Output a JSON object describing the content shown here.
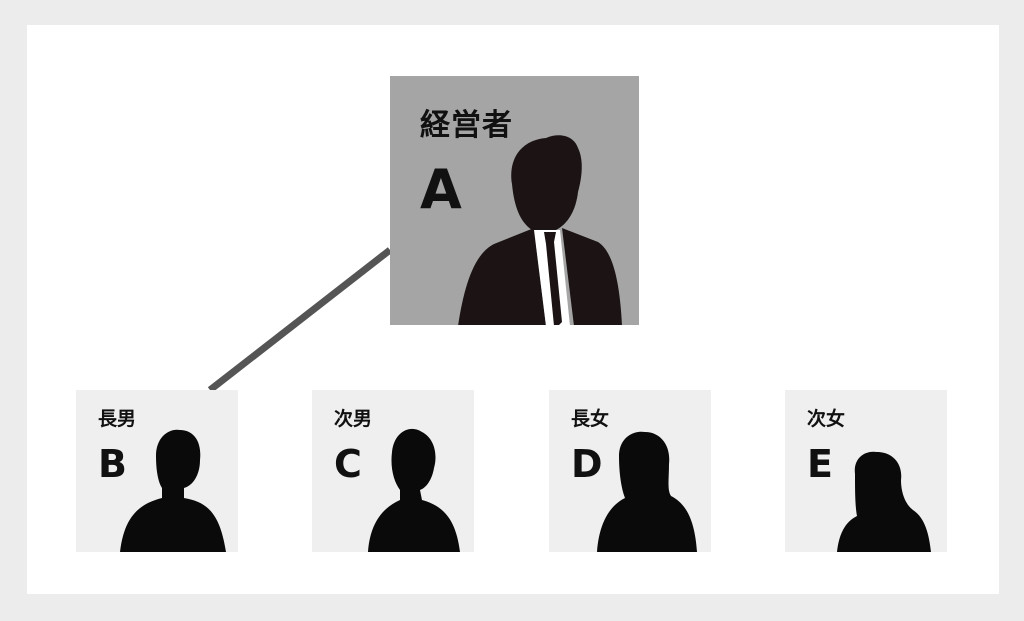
{
  "owner": {
    "role": "経営者",
    "letter": "A",
    "color": "#a5a5a5",
    "icon": "businessman-silhouette-icon"
  },
  "children": [
    {
      "role": "長男",
      "letter": "B",
      "icon": "man-silhouette-icon"
    },
    {
      "role": "次男",
      "letter": "C",
      "icon": "man-silhouette-icon"
    },
    {
      "role": "長女",
      "letter": "D",
      "icon": "woman-silhouette-icon"
    },
    {
      "role": "次女",
      "letter": "E",
      "icon": "woman-silhouette-icon"
    }
  ],
  "colors": {
    "background": "#ececec",
    "panel": "#ffffff",
    "child_card": "#efefef",
    "connector": "#555555",
    "silhouette": "#111111"
  },
  "connection": {
    "from": "A",
    "to": "B"
  }
}
